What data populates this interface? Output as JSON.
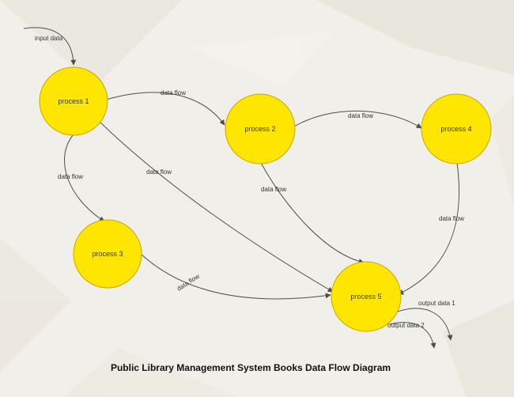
{
  "title": "Public Library Management System Books Data Flow Diagram",
  "colors": {
    "node_fill": "#fee600",
    "node_stroke": "#c8a800",
    "edge": "#4d4d4d",
    "background": "#f1efe9"
  },
  "processes": [
    {
      "id": "p1",
      "label": "process 1"
    },
    {
      "id": "p2",
      "label": "process 2"
    },
    {
      "id": "p3",
      "label": "process 3"
    },
    {
      "id": "p4",
      "label": "process 4"
    },
    {
      "id": "p5",
      "label": "process 5"
    }
  ],
  "flows": [
    {
      "from": "",
      "to": "p1",
      "label": "input data"
    },
    {
      "from": "p1",
      "to": "p2",
      "label": "data flow"
    },
    {
      "from": "p2",
      "to": "p4",
      "label": "data flow"
    },
    {
      "from": "p1",
      "to": "p3",
      "label": "data flow"
    },
    {
      "from": "p1",
      "to": "p5",
      "label": "data flow"
    },
    {
      "from": "p2",
      "to": "p5",
      "label": "data flow"
    },
    {
      "from": "p4",
      "to": "p5",
      "label": "data flow"
    },
    {
      "from": "p3",
      "to": "p5",
      "label": "data flow"
    },
    {
      "from": "p5",
      "to": "",
      "label": "output data 1"
    },
    {
      "from": "p5",
      "to": "",
      "label": "output data 2"
    }
  ]
}
